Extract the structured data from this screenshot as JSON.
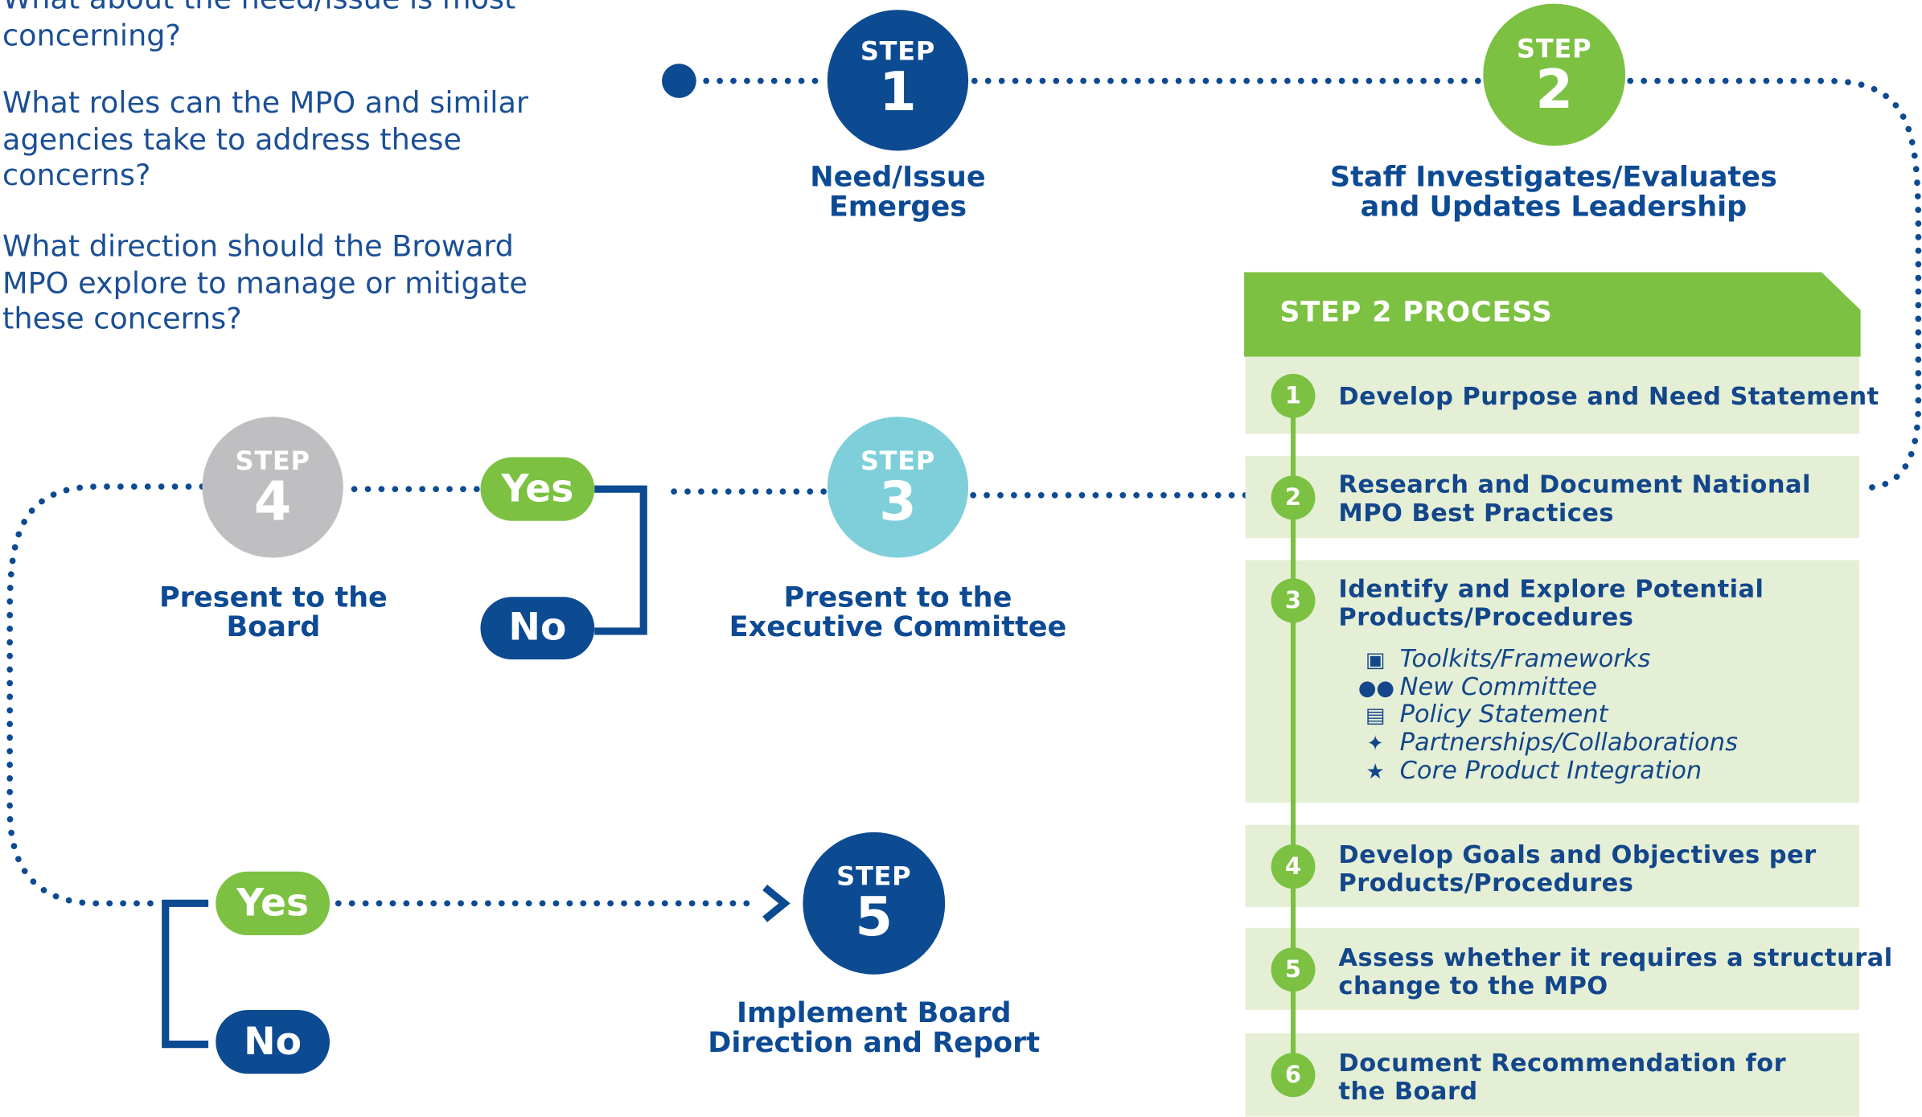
{
  "questions": {
    "q1": "What about the need/issue is most concerning?",
    "q2": "What roles can the MPO and similar agencies take to address these concerns?",
    "q3": "What direction should the Broward MPO explore to manage or mitigate these concerns?"
  },
  "steps": [
    {
      "label": "STEP",
      "number": "1",
      "title_l1": "Need/Issue",
      "title_l2": "Emerges",
      "color": "#0c4a91"
    },
    {
      "label": "STEP",
      "number": "2",
      "title_l1": "Staff Investigates/Evaluates",
      "title_l2": "and Updates Leadership",
      "color": "#7cc142"
    },
    {
      "label": "STEP",
      "number": "3",
      "title_l1": "Present to the",
      "title_l2": "Executive Committee",
      "color": "#7ecfd9"
    },
    {
      "label": "STEP",
      "number": "4",
      "title_l1": "Present to the",
      "title_l2": "Board",
      "color": "#bfbfc1"
    },
    {
      "label": "STEP",
      "number": "5",
      "title_l1": "Implement Board",
      "title_l2": "Direction and Report",
      "color": "#0c4a91"
    }
  ],
  "decisions": {
    "exec_yes": "Yes",
    "exec_no": "No",
    "board_yes": "Yes",
    "board_no": "No"
  },
  "process": {
    "header": "STEP 2 PROCESS",
    "items": [
      {
        "n": "1",
        "l1": "Develop Purpose and Need Statement",
        "l2": ""
      },
      {
        "n": "2",
        "l1": "Research and Document National",
        "l2": "MPO Best Practices"
      },
      {
        "n": "3",
        "l1": "Identify and Explore Potential",
        "l2": "Products/Procedures"
      },
      {
        "n": "4",
        "l1": "Develop Goals and Objectives per",
        "l2": "Products/Procedures"
      },
      {
        "n": "5",
        "l1": "Assess whether it requires a structural",
        "l2": "change to the MPO"
      },
      {
        "n": "6",
        "l1": "Document Recommendation for",
        "l2": "the Board"
      }
    ],
    "subitems": [
      {
        "label": "Toolkits/Frameworks",
        "icon": "briefcase-icon"
      },
      {
        "label": "New Committee",
        "icon": "group-icon"
      },
      {
        "label": "Policy Statement",
        "icon": "document-icon"
      },
      {
        "label": "Partnerships/Collaborations",
        "icon": "people-network-icon"
      },
      {
        "label": "Core Product Integration",
        "icon": "badge-star-icon"
      }
    ]
  },
  "colors": {
    "navy": "#0c4a91",
    "green": "#7cc142",
    "light_green": "#e4efd5",
    "teal": "#7ecfd9",
    "gray": "#bfbfc1"
  }
}
